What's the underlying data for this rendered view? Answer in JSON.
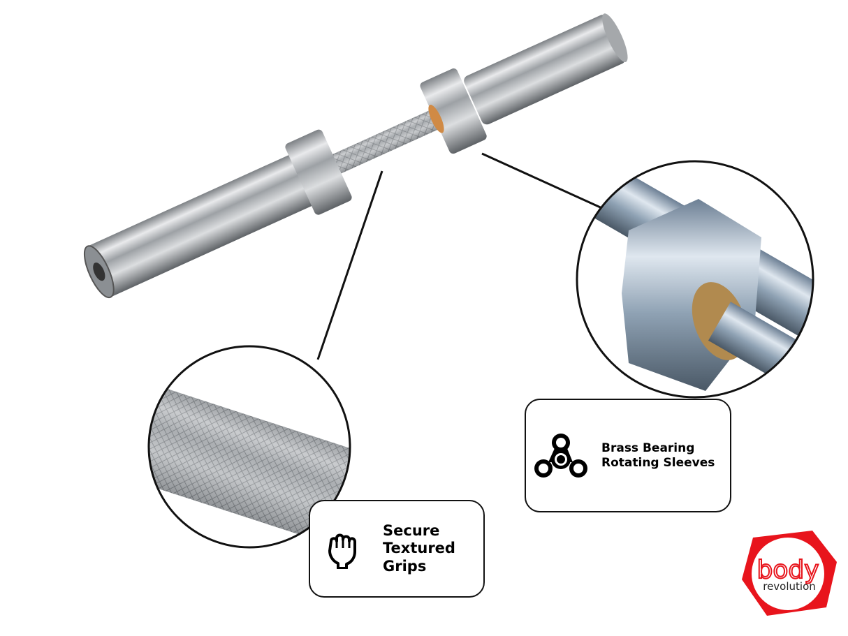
{
  "features": [
    {
      "icon": "fist-icon",
      "lines": [
        "Secure",
        "Textured",
        "Grips"
      ]
    },
    {
      "icon": "fidget-spinner-icon",
      "lines": [
        "Brass Bearing",
        "Rotating Sleeves"
      ]
    }
  ],
  "brand": {
    "logo_text": "body revolution",
    "color": "#e8141c"
  },
  "colors": {
    "chrome": "#c9ccd0",
    "brass": "#d08a45",
    "outline": "#111111"
  }
}
